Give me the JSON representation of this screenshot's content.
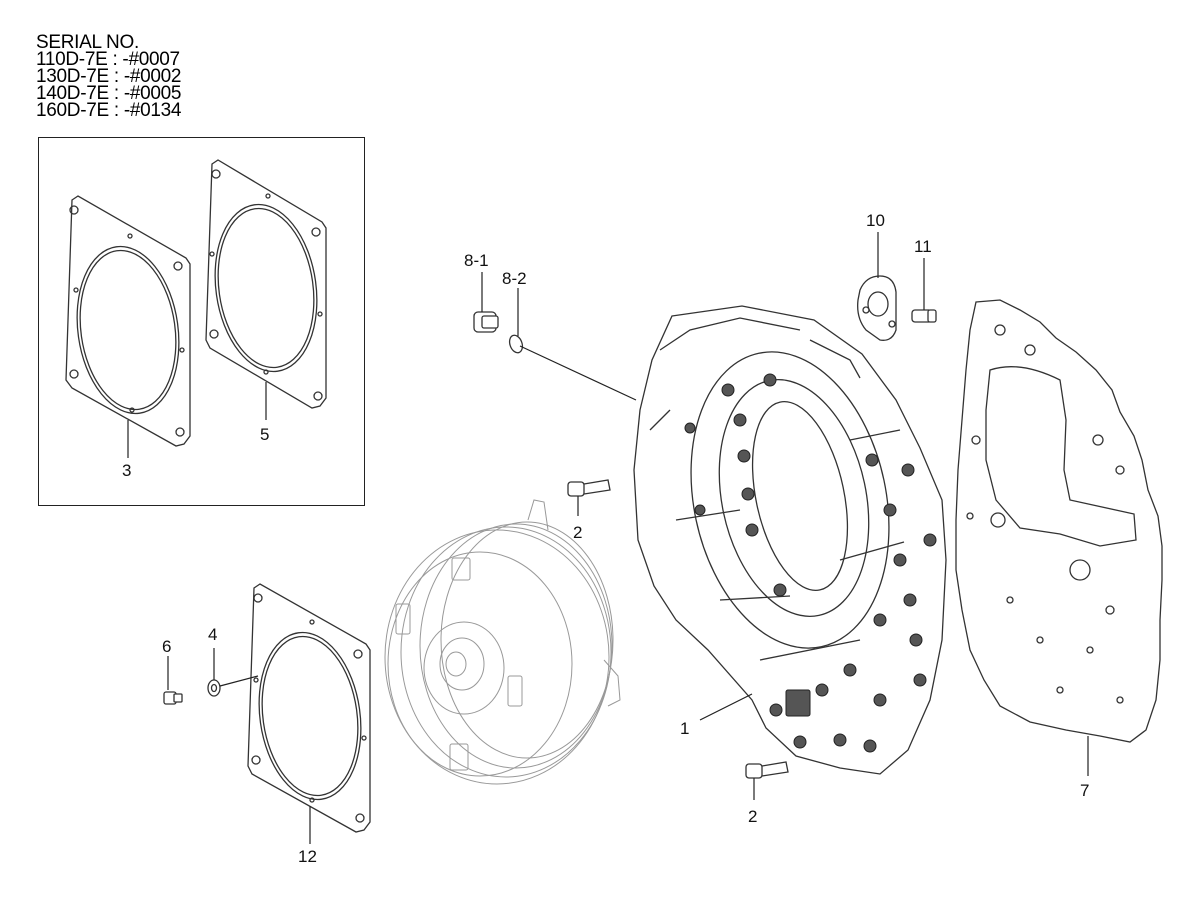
{
  "serial": {
    "heading": "SERIAL NO.",
    "lines": [
      "110D-7E : -#0007",
      "130D-7E : -#0002",
      "140D-7E : -#0005",
      "160D-7E : -#0134"
    ]
  },
  "callouts": {
    "c1": "1",
    "c2a": "2",
    "c2b": "2",
    "c3": "3",
    "c4": "4",
    "c5": "5",
    "c6": "6",
    "c7": "7",
    "c8_1": "8-1",
    "c8_2": "8-2",
    "c10": "10",
    "c11": "11",
    "c12": "12"
  },
  "colors": {
    "line": "#222222",
    "light_part": "#999999",
    "background": "#ffffff"
  }
}
